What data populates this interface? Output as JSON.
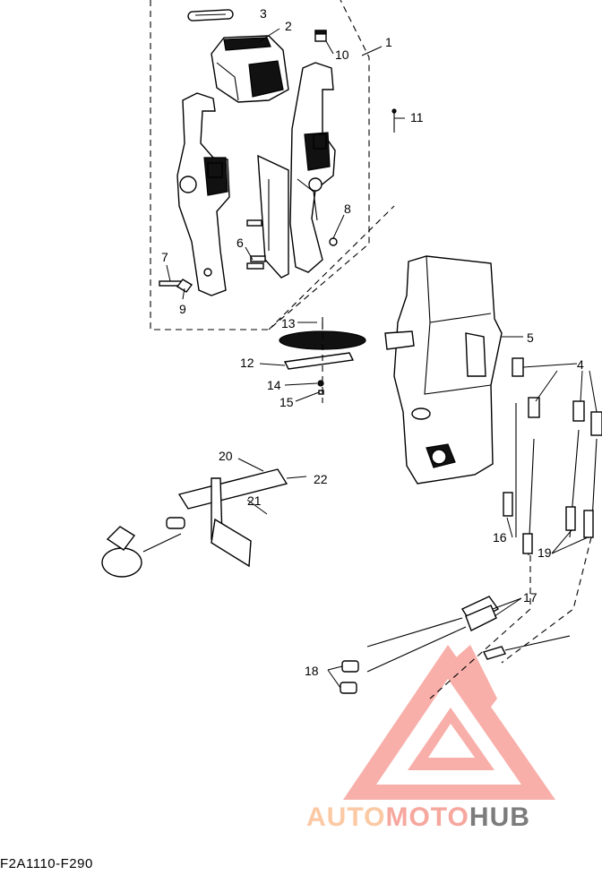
{
  "diagram": {
    "code": "F2A1110-F290",
    "callouts": [
      {
        "id": "3",
        "label": "3"
      },
      {
        "id": "2",
        "label": "2"
      },
      {
        "id": "10",
        "label": "10"
      },
      {
        "id": "1",
        "label": "1"
      },
      {
        "id": "11",
        "label": "11"
      },
      {
        "id": "8",
        "label": "8"
      },
      {
        "id": "6",
        "label": "6"
      },
      {
        "id": "7",
        "label": "7"
      },
      {
        "id": "9",
        "label": "9"
      },
      {
        "id": "5",
        "label": "5"
      },
      {
        "id": "13",
        "label": "13"
      },
      {
        "id": "4",
        "label": "4"
      },
      {
        "id": "12",
        "label": "12"
      },
      {
        "id": "14",
        "label": "14"
      },
      {
        "id": "15",
        "label": "15"
      },
      {
        "id": "20",
        "label": "20"
      },
      {
        "id": "22",
        "label": "22"
      },
      {
        "id": "21",
        "label": "21"
      },
      {
        "id": "16",
        "label": "16"
      },
      {
        "id": "19",
        "label": "19"
      },
      {
        "id": "17",
        "label": "17"
      },
      {
        "id": "18",
        "label": "18"
      }
    ]
  },
  "watermark": {
    "part_a": "AUTO",
    "part_b": "MOTO",
    "part_c": "HUB",
    "colors": {
      "auto": "#fbc9a4",
      "moto": "#f6a79e",
      "hub": "#7c7c7c",
      "triangle": "#f7a29b"
    }
  }
}
